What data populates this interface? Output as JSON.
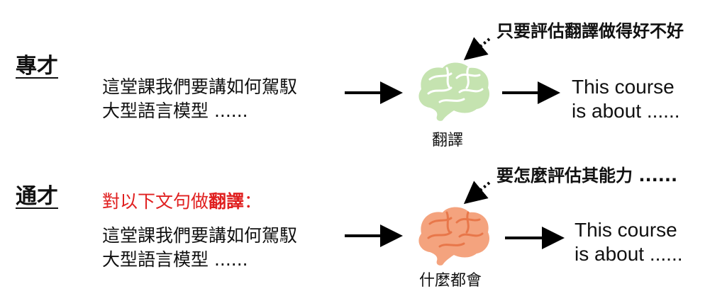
{
  "row1": {
    "label": "專才",
    "input_line1": "這堂課我們要講如何駕馭",
    "input_line2": "大型語言模型 ......",
    "model_caption": "翻譯",
    "output_line1": "This course",
    "output_line2": "is about ......",
    "note": "只要評估翻譯做得好不好",
    "brain_color": "#c5e3b0"
  },
  "row2": {
    "label": "通才",
    "instruction_prefix": "對以下文句做",
    "instruction_bold": "翻譯",
    "instruction_suffix": "：",
    "input_line1": "這堂課我們要講如何駕馭",
    "input_line2": "大型語言模型 ......",
    "model_caption": "什麼都會",
    "output_line1": "This course",
    "output_line2": "is about ......",
    "note": "要怎麼評估其能力 ......",
    "brain_color": "#f4a37e"
  },
  "colors": {
    "arrow": "#000000",
    "instruction": "#e02020"
  }
}
